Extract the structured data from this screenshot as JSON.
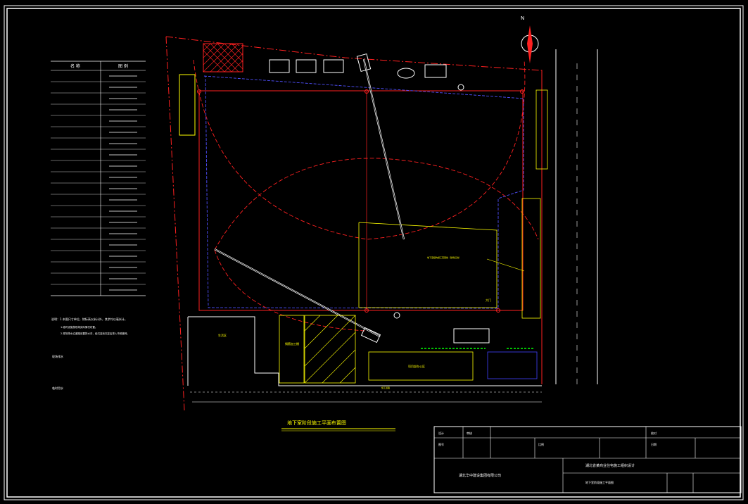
{
  "drawing": {
    "title": "地下室阶段施工平面布置图",
    "north_label": "N",
    "colors": {
      "background": "#000000",
      "frame": "#ffffff",
      "site_boundary": "#ff2020",
      "building_outline": "#4040ff",
      "crane_arm": "#ffffff",
      "structure": "#ffff00",
      "fence_green": "#00c000",
      "title_text": "#ffff00"
    }
  },
  "legend": {
    "header_left": "名 称",
    "header_right": "图 例"
  },
  "notes": {
    "main": "说明：1.本图尺寸单位，除标高以米计外，其余均以毫米计。",
    "line1": "1.临时设施按现场实际情况布置。",
    "line2": "2.现场排水沿道路设置排水沟，经沉淀池沉淀后排入市政管网。",
    "label_a": "现场排水",
    "label_b": "临时用水"
  },
  "labels": {
    "gate": "大门",
    "building_label": "地下室结构施工范围线（建筑红线）",
    "office": "项目部办公区",
    "worker_area": "生活区",
    "store": "钢筋加工棚",
    "road": "施工道路"
  },
  "title_block": {
    "company": "湖北华中建设集团有限公司",
    "project": "湖北省某商业住宅施工组织设计",
    "drawing_name": "地下室阶段施工平面图",
    "row1": [
      "设计",
      "审核",
      "校对"
    ],
    "row2": [
      "图号",
      "比例",
      "日期"
    ]
  }
}
